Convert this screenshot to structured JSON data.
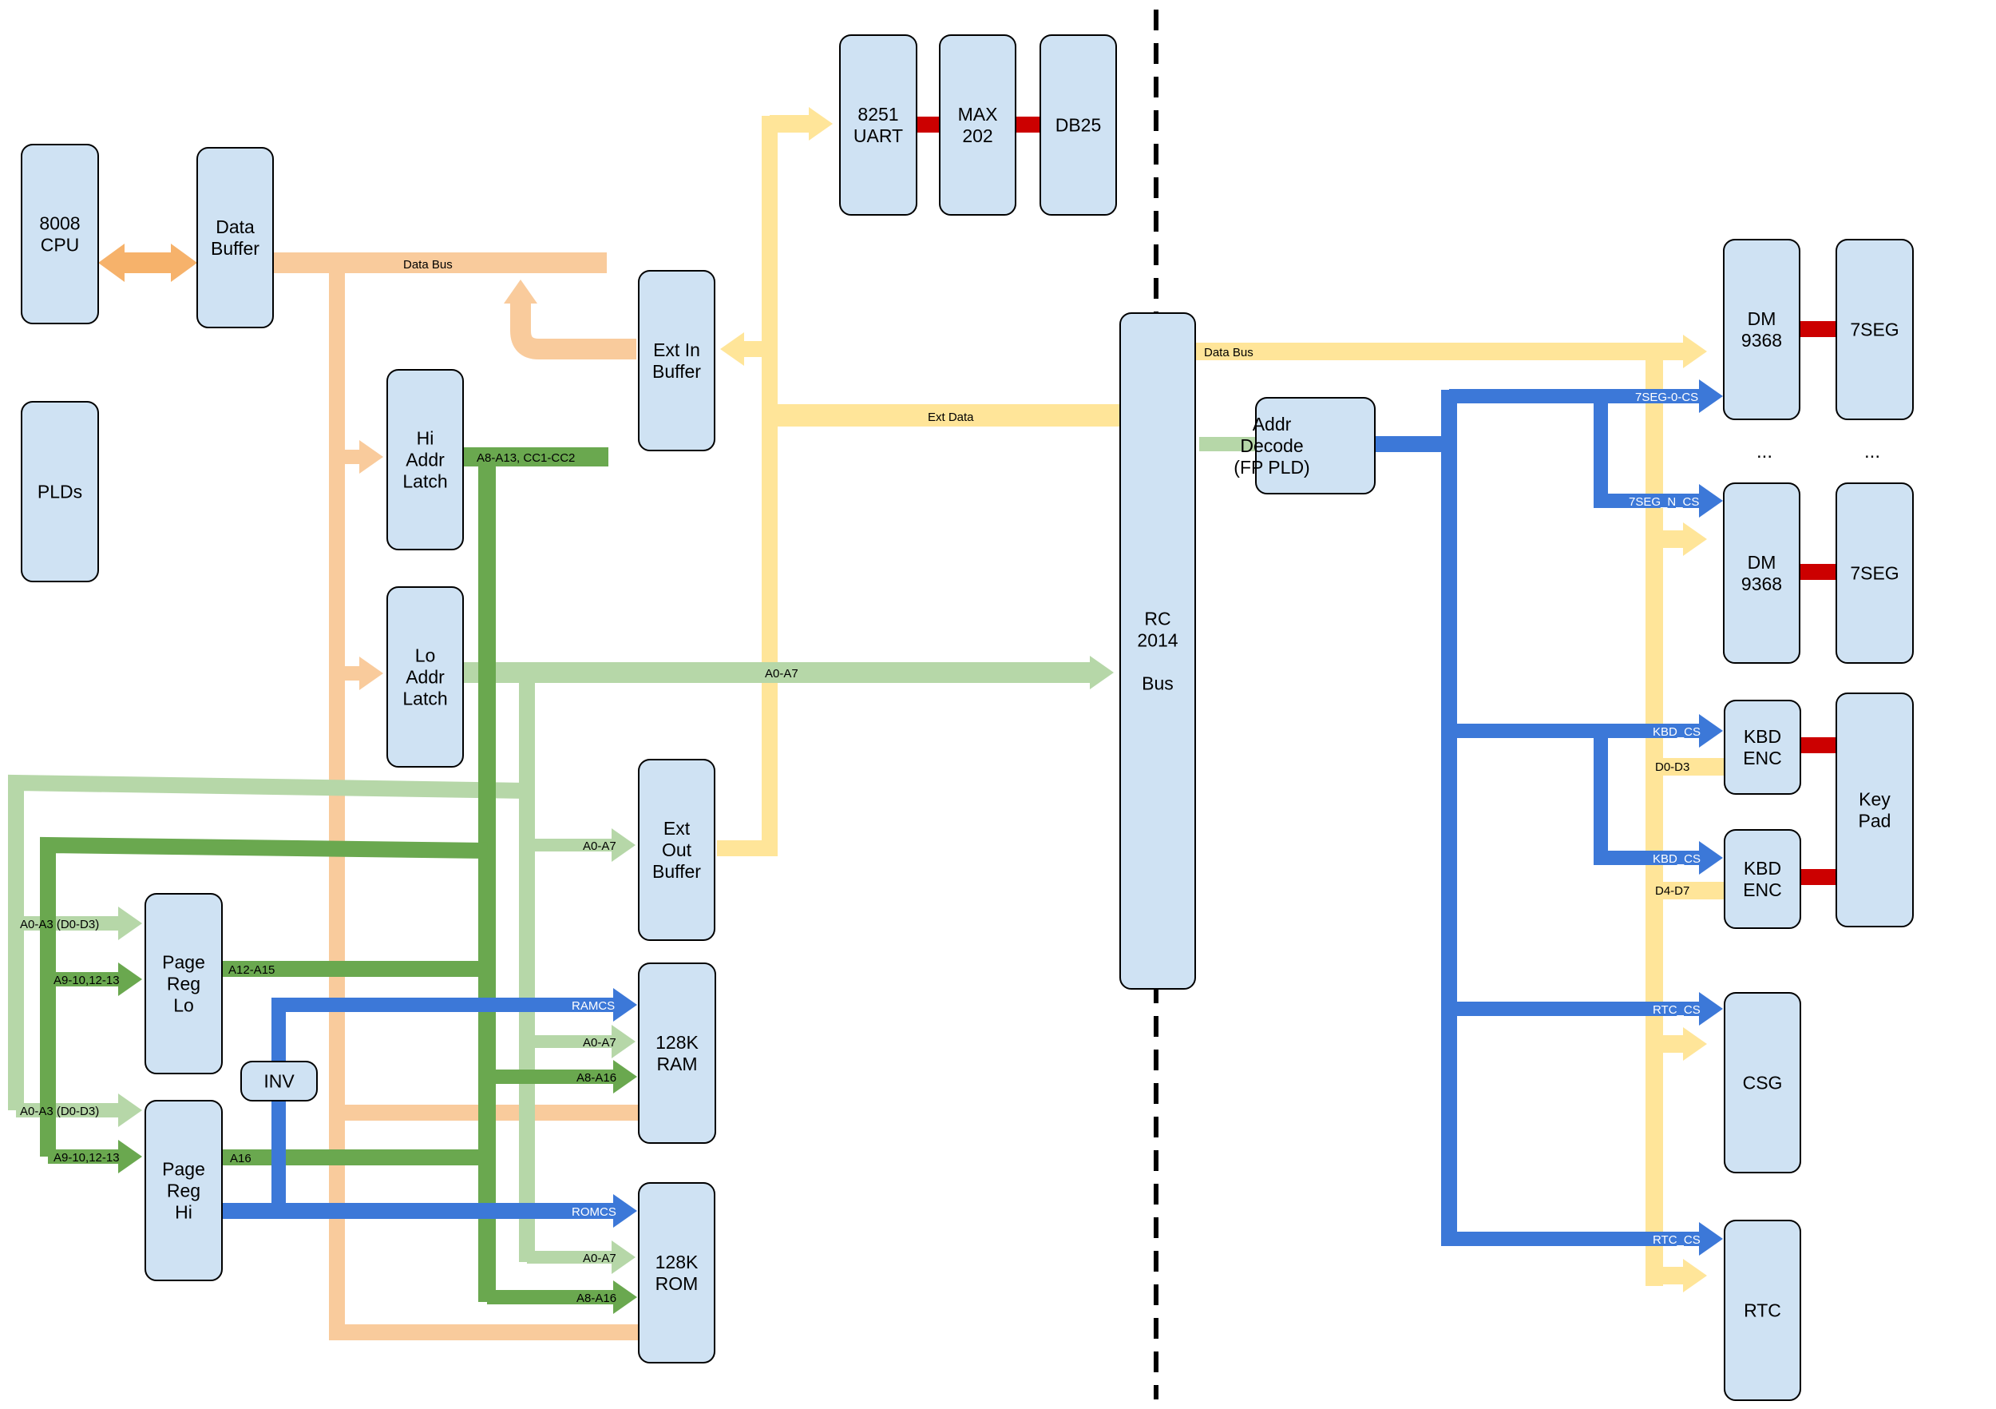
{
  "colors": {
    "block_fill": "#cfe2f3",
    "data_bus": "#f9cb9c",
    "cpu_link": "#f6b26b",
    "ext_bus": "#ffe599",
    "addr_low": "#b6d7a8",
    "addr_high": "#6aa84f",
    "chip_select": "#3c78d8",
    "serial_link": "#cc0000"
  },
  "blocks": {
    "cpu": [
      "8008",
      "CPU"
    ],
    "data_buffer": [
      "Data",
      "Buffer"
    ],
    "plds": [
      "PLDs"
    ],
    "hi_addr_latch": [
      "Hi",
      "Addr",
      "Latch"
    ],
    "lo_addr_latch": [
      "Lo",
      "Addr",
      "Latch"
    ],
    "ext_in_buffer": [
      "Ext In",
      "Buffer"
    ],
    "ext_out_buffer": [
      "Ext",
      "Out",
      "Buffer"
    ],
    "uart": [
      "8251",
      "UART"
    ],
    "max202": [
      "MAX",
      "202"
    ],
    "db25": [
      "DB25"
    ],
    "page_reg_lo": [
      "Page",
      "Reg",
      "Lo"
    ],
    "page_reg_hi": [
      "Page",
      "Reg",
      "Hi"
    ],
    "inv": [
      "INV"
    ],
    "ram": [
      "128K",
      "RAM"
    ],
    "rom": [
      "128K",
      "ROM"
    ],
    "rc2014": [
      "RC",
      "2014",
      "",
      "Bus"
    ],
    "addr_decode": [
      "Addr",
      "Decode",
      "(FP PLD)"
    ],
    "dm9368_top": [
      "DM",
      "9368"
    ],
    "dm9368_bottom": [
      "DM",
      "9368"
    ],
    "seg_top": [
      "7SEG"
    ],
    "seg_bottom": [
      "7SEG"
    ],
    "kbd_enc_top": [
      "KBD",
      "ENC"
    ],
    "kbd_enc_bottom": [
      "KBD",
      "ENC"
    ],
    "keypad": [
      "Key",
      "Pad"
    ],
    "csg": [
      "CSG"
    ],
    "rtc": [
      "RTC"
    ]
  },
  "labels": {
    "data_bus": "Data Bus",
    "ext_data": "Ext Data",
    "hi_addr": "A8-A13, CC1-CC2",
    "lo_addr": "A0-A7",
    "ext_out_a": "A0-A7",
    "page_lo_a03": "A0-A3 (D0-D3)",
    "page_lo_a9": "A9-10,12-13",
    "page_hi_a03": "A0-A3 (D0-D3)",
    "page_hi_a9": "A9-10,12-13",
    "a12_a15": "A12-A15",
    "a16": "A16",
    "ramcs": "RAMCS",
    "ram_a0": "A0-A7",
    "ram_a8": "A8-A16",
    "romcs": "ROMCS",
    "rom_a0": "A0-A7",
    "rom_a8": "A8-A16",
    "rc_data_bus": "Data Bus",
    "seg0_cs": "7SEG-0-CS",
    "segn_cs": "7SEG_N_CS",
    "kbd_cs_top": "KBD_CS",
    "kbd_d03": "D0-D3",
    "kbd_cs_bottom": "KBD_CS",
    "kbd_d47": "D4-D7",
    "rtc_cs_csg": "RTC_CS",
    "rtc_cs_rtc": "RTC_CS"
  },
  "ellipsis": "..."
}
